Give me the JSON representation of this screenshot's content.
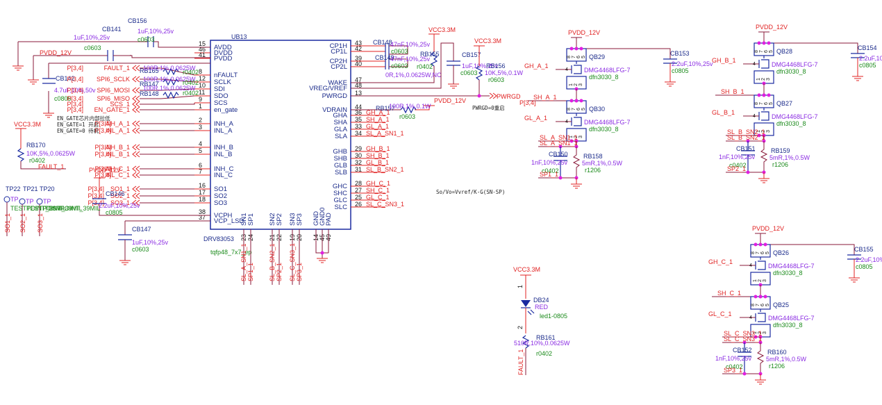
{
  "ic": {
    "ref": "UB13",
    "part": "DRV83053",
    "footprint": "tqfp48_7x7_ep",
    "left_pins": [
      {
        "num": "15",
        "name": "AVDD"
      },
      {
        "num": "46",
        "name": "DVDD"
      },
      {
        "num": "41",
        "name": "PVDD"
      },
      {
        "num": "8",
        "name": "nFAULT"
      },
      {
        "num": "12",
        "name": "SCLK"
      },
      {
        "num": "10",
        "name": "SDI"
      },
      {
        "num": "11",
        "name": "SDO"
      },
      {
        "num": "9",
        "name": "SCS"
      },
      {
        "num": "1",
        "name": "en_gate"
      },
      {
        "num": "2",
        "name": "INH_A"
      },
      {
        "num": "3",
        "name": "INL_A"
      },
      {
        "num": "4",
        "name": "INH_B"
      },
      {
        "num": "5",
        "name": "INL_B"
      },
      {
        "num": "6",
        "name": "INH_C"
      },
      {
        "num": "7",
        "name": "INL_C"
      },
      {
        "num": "16",
        "name": "SO1"
      },
      {
        "num": "17",
        "name": "SO2"
      },
      {
        "num": "18",
        "name": "SO3"
      },
      {
        "num": "38",
        "name": "VCPH"
      },
      {
        "num": "37",
        "name": "VCP_LSD"
      }
    ],
    "right_pins": [
      {
        "num": "43",
        "name": "CP1H"
      },
      {
        "num": "42",
        "name": "CP1L"
      },
      {
        "num": "39",
        "name": "CP2H"
      },
      {
        "num": "40",
        "name": "CP2L"
      },
      {
        "num": "47",
        "name": "WAKE"
      },
      {
        "num": "48",
        "name": "VREG/VREF"
      },
      {
        "num": "13",
        "name": "PWRGD"
      },
      {
        "num": "44",
        "name": "VDRAIN"
      },
      {
        "num": "36",
        "name": "GHA",
        "net": "GH_A_1"
      },
      {
        "num": "35",
        "name": "SHA",
        "net": "SH_A_1"
      },
      {
        "num": "33",
        "name": "GLA",
        "net": "GL_A_1"
      },
      {
        "num": "34",
        "name": "SLA",
        "net": "SL_A_SN1_1"
      },
      {
        "num": "29",
        "name": "GHB",
        "net": "GH_B_1"
      },
      {
        "num": "30",
        "name": "SHB",
        "net": "SH_B_1"
      },
      {
        "num": "32",
        "name": "GLB",
        "net": "GL_B_1"
      },
      {
        "num": "31",
        "name": "SLB",
        "net": "SL_B_SN2_1"
      },
      {
        "num": "28",
        "name": "GHC",
        "net": "GH_C_1"
      },
      {
        "num": "27",
        "name": "SHC",
        "net": "SH_C_1"
      },
      {
        "num": "25",
        "name": "GLC",
        "net": "GL_C_1"
      },
      {
        "num": "26",
        "name": "SLC",
        "net": "SL_C_SN3_1"
      }
    ],
    "bottom_pins": [
      {
        "num": "23",
        "name": "SN1",
        "net": "SL_A_SN1_1"
      },
      {
        "num": "24",
        "name": "SP1",
        "net": "SP1_1"
      },
      {
        "num": "21",
        "name": "SN2",
        "net": "SL_B_SN2_1"
      },
      {
        "num": "22",
        "name": "SP2",
        "net": "SP2_1"
      },
      {
        "num": "19",
        "name": "SN3",
        "net": "SL_C_SN3_1"
      },
      {
        "num": "20",
        "name": "SP3",
        "net": "SP3_1"
      },
      {
        "num": "14",
        "name": "GND"
      },
      {
        "num": "45",
        "name": "GND0"
      },
      {
        "num": "49",
        "name": "PAD"
      }
    ]
  },
  "left_nets": [
    {
      "page": "P[3,4]",
      "net": "FAULT_1"
    },
    {
      "page": "P[3,4]",
      "net": "SPI6_SCLK"
    },
    {
      "page": "P[3,4]",
      "net": "SPI6_MOSI"
    },
    {
      "page": "P[3,4]",
      "net": "SPI6_MISO"
    },
    {
      "page": "P[3,4]",
      "net": "SCS_1"
    },
    {
      "page": "P[3,4]",
      "net": "EN_GATE_1"
    },
    {
      "page": "P[3,4]",
      "net": "INH_A_1"
    },
    {
      "page": "P[3,4]",
      "net": "INL_A_1"
    },
    {
      "page": "P[3,4]",
      "net": "INH_B_1"
    },
    {
      "page": "P[3,4]",
      "net": "INL_B_1"
    },
    {
      "page": "P[3,4]",
      "net": "INH_C_1"
    },
    {
      "page": "P[3,4]",
      "net": "INL_C_1"
    },
    {
      "page": "P[3,4]",
      "net": "SO1_1"
    },
    {
      "page": "P[3,4]",
      "net": "SO2_1"
    },
    {
      "page": "P[3,4]",
      "net": "SO3_1"
    }
  ],
  "notes": {
    "en_gate_1": "EN_GATE芯片内部拉低",
    "en_gate_2": "EN_GATE=1 开启",
    "en_gate_3": "EN_GATE=0 待机",
    "pwrgd": "PWRGD=0重启",
    "formula": "So/Vo=Vvref/K-G(SN-SP)"
  },
  "power": {
    "pvdd": "PVDD_12V",
    "vcc": "VCC3.3M",
    "pwrgd": "PWRGD"
  },
  "components": {
    "CB141": {
      "ref": "CB141",
      "value": "1uF,10%,25v",
      "fp": "c0603"
    },
    "CB156": {
      "ref": "CB156",
      "value": "1uF,10%,25v",
      "fp": "c0603"
    },
    "CB142": {
      "ref": "CB142",
      "value": "4.7uF,10%,50v",
      "fp": "c0805"
    },
    "RB165": {
      "ref": "RB165",
      "value": "100R,1%,0.0625W",
      "fp": "r0402"
    },
    "RB147": {
      "ref": "RB147",
      "value": "100R,1%,0.0625W",
      "fp": "r0402"
    },
    "RB148": {
      "ref": "RB148",
      "value": "100R,1%,0.0625W",
      "fp": "r0402"
    },
    "RB170": {
      "ref": "RB170",
      "value": "10K,5%,0.0625W",
      "fp": "r0402"
    },
    "CB146": {
      "ref": "CB146",
      "value": "2.2uF,10%,25v",
      "fp": "c0805"
    },
    "CB147": {
      "ref": "CB147",
      "value": "1uF,10%,25v",
      "fp": "c0603"
    },
    "CB148": {
      "ref": "CB148",
      "value": "47nF,10%,25v",
      "fp": "c0603"
    },
    "CB149": {
      "ref": "CB149",
      "value": "47nF,10%,25v",
      "fp": "c0603"
    },
    "RB155": {
      "ref": "RB155",
      "value": "0R,1%,0.0625W,NC",
      "fp": "r0402"
    },
    "CB157": {
      "ref": "CB157",
      "value": "1uF,10%,25v",
      "fp": "c0603"
    },
    "RB156": {
      "ref": "RB156",
      "value": "10K,5%,0.1W",
      "fp": "r0603"
    },
    "RB157": {
      "ref": "RB157",
      "value": "100R,1%,0.1W",
      "fp": "r0603"
    },
    "DB24": {
      "ref": "DB24",
      "value": "RED",
      "fp": "led1-0805"
    },
    "RB161": {
      "ref": "RB161",
      "value": "510R,10%,0.0625W",
      "fp": "r0402"
    },
    "TP22": {
      "ref": "TP22",
      "value": "TP",
      "fp": "TESTPOINT_39MIL"
    },
    "TP21": {
      "ref": "TP21",
      "value": "TP",
      "fp": "TESTPOINT_39MIL"
    },
    "TP20": {
      "ref": "TP20",
      "value": "TP",
      "fp": "TESTPOINT_39MIL"
    }
  },
  "phases": [
    {
      "hs": {
        "ref": "QB29",
        "part": "DMG4468LFG-7",
        "fp": "dfn3030_8",
        "gate": "GH_A_1"
      },
      "ls": {
        "ref": "QB30",
        "part": "DMG4468LFG-7",
        "fp": "dfn3030_8",
        "gate": "GL_A_1"
      },
      "sw": "SH_A_1",
      "sw_page": "P[3,4]",
      "sn": "SL_A_SN1_1",
      "sp": "SP1_1",
      "bulk": {
        "ref": "CB153",
        "value": "2.2uF,10%,25v",
        "fp": "c0805"
      },
      "cs": {
        "ref": "CB150",
        "value": "1nF,10%,25v",
        "fp": "c0402"
      },
      "rs": {
        "ref": "RB158",
        "value": "5mR,1%,0.5W",
        "fp": "r1206"
      }
    },
    {
      "hs": {
        "ref": "QB28",
        "part": "DMG4468LFG-7",
        "fp": "dfn3030_8",
        "gate": "GH_B_1"
      },
      "ls": {
        "ref": "QB27",
        "part": "DMG4468LFG-7",
        "fp": "dfn3030_8",
        "gate": "GL_B_1"
      },
      "sw": "SH_B_1",
      "sw_page": "",
      "sn": "SL_B_SN2_1",
      "sp": "SP2_1",
      "bulk": {
        "ref": "CB154",
        "value": "2.2uF,10%,25v",
        "fp": "c0805"
      },
      "cs": {
        "ref": "CB151",
        "value": "1nF,10%,25v",
        "fp": "c0402"
      },
      "rs": {
        "ref": "RB159",
        "value": "5mR,1%,0.5W",
        "fp": "r1206"
      }
    },
    {
      "hs": {
        "ref": "QB26",
        "part": "DMG4468LFG-7",
        "fp": "dfn3030_8",
        "gate": "GH_C_1"
      },
      "ls": {
        "ref": "QB25",
        "part": "DMG4468LFG-7",
        "fp": "dfn3030_8",
        "gate": "GL_C_1"
      },
      "sw": "SH_C_1",
      "sw_page": "",
      "sn": "SL_C_SN3_1",
      "sp": "SP3_1",
      "bulk": {
        "ref": "CB155",
        "value": "2.2uF,10%,25v",
        "fp": "c0805"
      },
      "cs": {
        "ref": "CB152",
        "value": "1nF,10%,25v",
        "fp": "c0402"
      },
      "rs": {
        "ref": "RB160",
        "value": "5mR,1%,0.5W",
        "fp": "r1206"
      }
    }
  ],
  "fet_pins": {
    "drain": [
      "8",
      "7",
      "6",
      "5"
    ],
    "gate": "4",
    "source": [
      "1",
      "2",
      "3"
    ]
  }
}
